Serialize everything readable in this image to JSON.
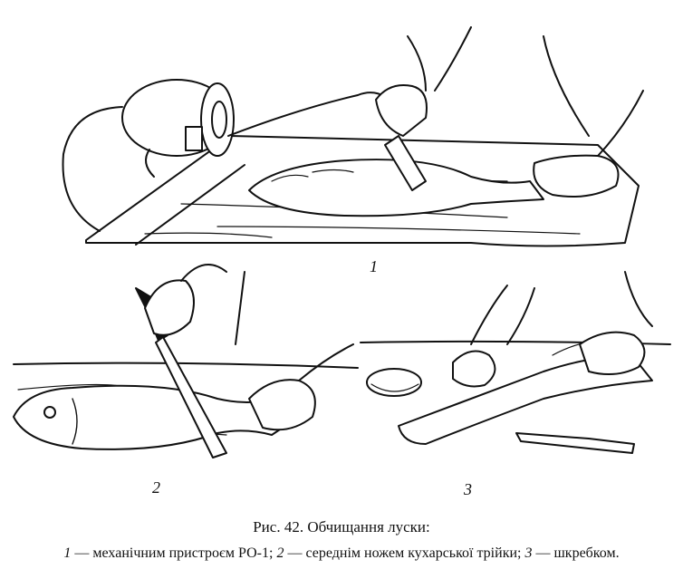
{
  "figure": {
    "panel_labels": [
      "1",
      "2",
      "3"
    ],
    "caption_title": "Рис. 42. Обчищання луски:",
    "legend": [
      {
        "num": "1",
        "text": " — механічним пристроєм РО-1; "
      },
      {
        "num": "2",
        "text": " — середнім ножем кухарської трійки; "
      },
      {
        "num": "3",
        "text": " — шкребком."
      }
    ]
  }
}
